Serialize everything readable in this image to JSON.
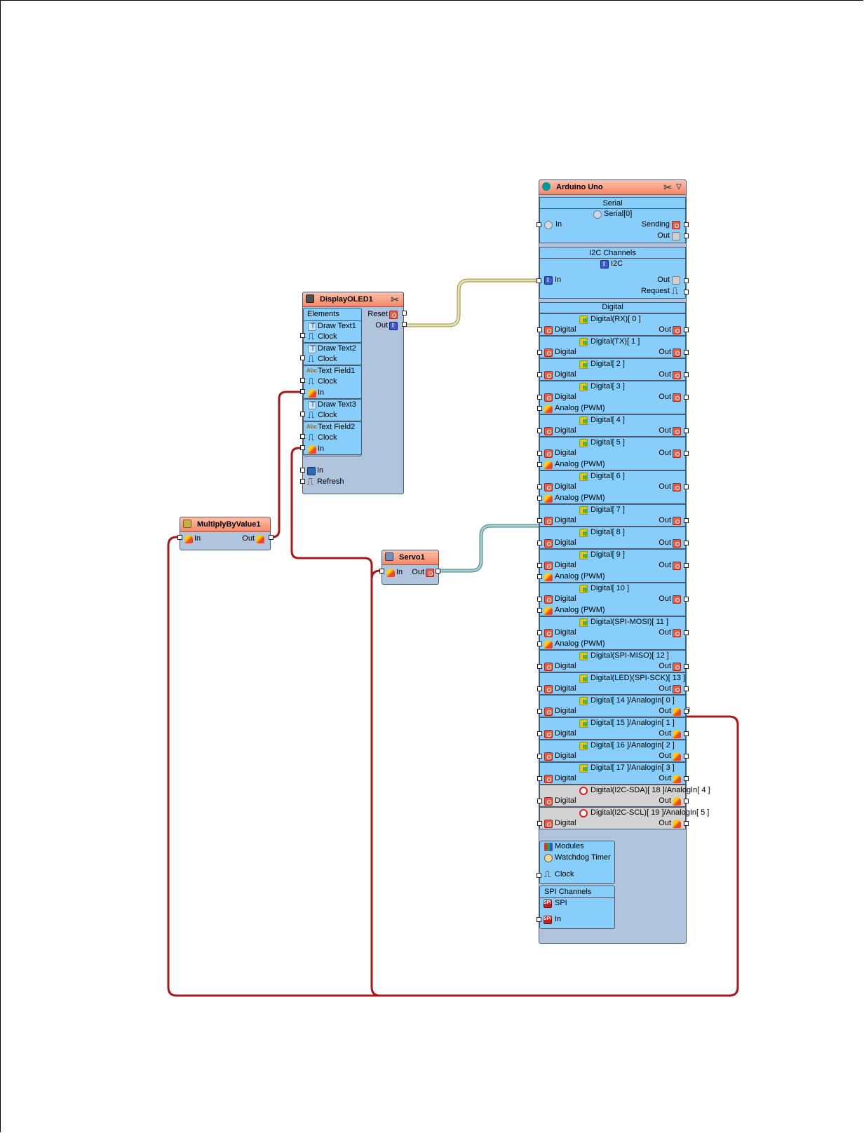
{
  "colors": {
    "node_body": "#b0c4de",
    "group_body": "#87cefa",
    "title_bar": "#f4886a",
    "wire_analog": "#b01818",
    "wire_i2c": "#d8cf90",
    "wire_servo": "#6ea7a7"
  },
  "display": {
    "title": "DisplayOLED1",
    "elements_label": "Elements",
    "reset": "Reset",
    "out": "Out",
    "items": [
      {
        "name": "Draw Text1",
        "pins": [
          "Clock"
        ]
      },
      {
        "name": "Draw Text2",
        "pins": [
          "Clock"
        ]
      },
      {
        "name": "Text Field1",
        "pins": [
          "Clock",
          "In"
        ]
      },
      {
        "name": "Draw Text3",
        "pins": [
          "Clock"
        ]
      },
      {
        "name": "Text Field2",
        "pins": [
          "Clock",
          "In"
        ]
      }
    ],
    "in": "In",
    "refresh": "Refresh"
  },
  "multiply": {
    "title": "MultiplyByValue1",
    "in": "In",
    "out": "Out"
  },
  "servo": {
    "title": "Servo1",
    "in": "In",
    "out": "Out"
  },
  "arduino": {
    "title": "Arduino Uno",
    "serial": {
      "title": "Serial",
      "channel": "Serial[0]",
      "in": "In",
      "sending": "Sending",
      "out": "Out"
    },
    "i2c": {
      "title": "I2C Channels",
      "channel": "I2C",
      "in": "In",
      "out": "Out",
      "request": "Request"
    },
    "digital_title": "Digital",
    "pins": [
      {
        "name": "Digital(RX)[ 0 ]",
        "rows": [
          "Digital"
        ]
      },
      {
        "name": "Digital(TX)[ 1 ]",
        "rows": [
          "Digital"
        ]
      },
      {
        "name": "Digital[ 2 ]",
        "rows": [
          "Digital"
        ]
      },
      {
        "name": "Digital[ 3 ]",
        "rows": [
          "Digital",
          "Analog (PWM)"
        ]
      },
      {
        "name": "Digital[ 4 ]",
        "rows": [
          "Digital"
        ]
      },
      {
        "name": "Digital[ 5 ]",
        "rows": [
          "Digital",
          "Analog (PWM)"
        ]
      },
      {
        "name": "Digital[ 6 ]",
        "rows": [
          "Digital",
          "Analog (PWM)"
        ]
      },
      {
        "name": "Digital[ 7 ]",
        "rows": [
          "Digital"
        ]
      },
      {
        "name": "Digital[ 8 ]",
        "rows": [
          "Digital"
        ]
      },
      {
        "name": "Digital[ 9 ]",
        "rows": [
          "Digital",
          "Analog (PWM)"
        ]
      },
      {
        "name": "Digital[ 10 ]",
        "rows": [
          "Digital",
          "Analog (PWM)"
        ]
      },
      {
        "name": "Digital(SPI-MOSI)[ 11 ]",
        "rows": [
          "Digital",
          "Analog (PWM)"
        ]
      },
      {
        "name": "Digital(SPI-MISO)[ 12 ]",
        "rows": [
          "Digital"
        ]
      },
      {
        "name": "Digital(LED)(SPI-SCK)[ 13 ]",
        "rows": [
          "Digital"
        ]
      },
      {
        "name": "Digital[ 14 ]/AnalogIn[ 0 ]",
        "rows": [
          "Digital"
        ]
      },
      {
        "name": "Digital[ 15 ]/AnalogIn[ 1 ]",
        "rows": [
          "Digital"
        ]
      },
      {
        "name": "Digital[ 16 ]/AnalogIn[ 2 ]",
        "rows": [
          "Digital"
        ]
      },
      {
        "name": "Digital[ 17 ]/AnalogIn[ 3 ]",
        "rows": [
          "Digital"
        ]
      },
      {
        "name": "Digital(I2C-SDA)[ 18 ]/AnalogIn[ 4 ]",
        "rows": [
          "Digital"
        ],
        "disabled": true
      },
      {
        "name": "Digital(I2C-SCL)[ 19 ]/AnalogIn[ 5 ]",
        "rows": [
          "Digital"
        ],
        "disabled": true
      }
    ],
    "pin_out": "Out",
    "modules": {
      "title": "Modules",
      "watchdog": "Watchdog Timer",
      "clock": "Clock"
    },
    "spi": {
      "title": "SPI Channels",
      "channel": "SPI",
      "in": "In"
    }
  },
  "wire_value": "3"
}
